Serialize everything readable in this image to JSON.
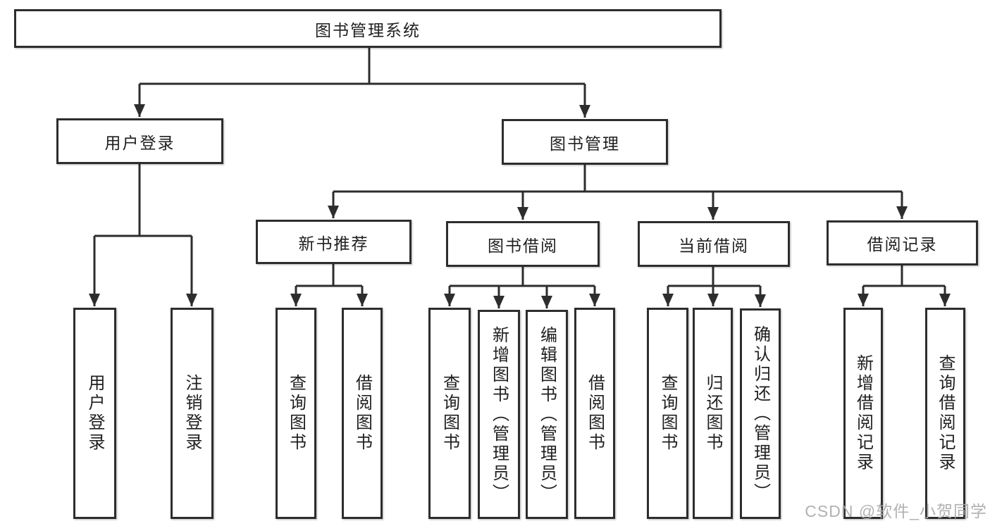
{
  "diagram_type": "hierarchy",
  "tree": {
    "label": "图书管理系统",
    "children": [
      {
        "label": "用户登录",
        "children": [
          {
            "label": "用户登录"
          },
          {
            "label": "注销登录"
          }
        ]
      },
      {
        "label": "图书管理",
        "children": [
          {
            "label": "新书推荐",
            "children": [
              {
                "label": "查询图书"
              },
              {
                "label": "借阅图书"
              }
            ]
          },
          {
            "label": "图书借阅",
            "children": [
              {
                "label": "查询图书"
              },
              {
                "label": "新增图书（管理员）"
              },
              {
                "label": "编辑图书（管理员）"
              },
              {
                "label": "借阅图书"
              }
            ]
          },
          {
            "label": "当前借阅",
            "children": [
              {
                "label": "查询图书"
              },
              {
                "label": "归还图书"
              },
              {
                "label": "确认归还（管理员）"
              }
            ]
          },
          {
            "label": "借阅记录",
            "children": [
              {
                "label": "新增借阅记录"
              },
              {
                "label": "查询借阅记录"
              }
            ]
          }
        ]
      }
    ]
  },
  "colors": {
    "line": "#2d2d2d",
    "border": "#2d2d2d",
    "text": "#1f1f1f",
    "watermark": "#aaaaaa"
  },
  "watermark": "CSDN @软件_小贺同学"
}
